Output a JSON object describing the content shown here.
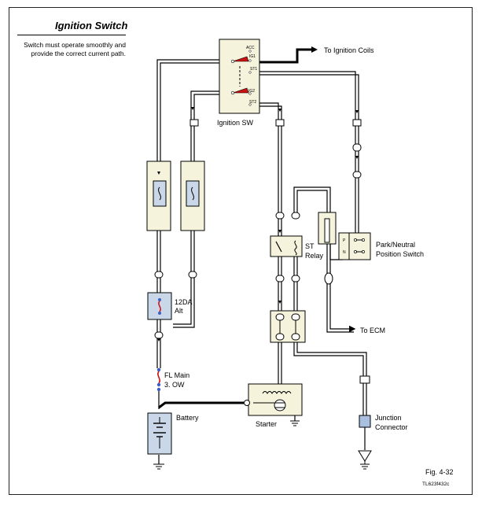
{
  "sidebar": {
    "title": "Ignition Switch",
    "description": "Switch must operate smoothly and provide the correct current path."
  },
  "labels": {
    "to_ignition_coils": "To Ignition Coils",
    "ignition_sw": "Ignition SW",
    "acc": "ACC",
    "ig1": "IG1",
    "st1": "ST1",
    "ig2": "IG2",
    "st2": "ST2",
    "park_neutral_1": "Park/Neutral",
    "park_neutral_2": "Position Switch",
    "pn_p": "P",
    "pn_n": "N",
    "st_relay_1": "ST",
    "st_relay_2": "Relay",
    "fuse_12da_1": "12DA",
    "fuse_12da_2": "Alt",
    "to_ecm": "To ECM",
    "fl_main_1": "FL Main",
    "fl_main_2": "3. OW",
    "battery": "Battery",
    "starter": "Starter",
    "junction_1": "Junction",
    "junction_2": "Connector",
    "fig": "Fig. 4-32",
    "code": "TL623f432c"
  },
  "colors": {
    "wire": "#000000",
    "panel_fill": "#f5f3dc",
    "fuse_fill": "#c9d7e8",
    "switch_contact": "#cc1111",
    "battery_fill": "#c9d7e8",
    "junction_fill": "#a9bfe0",
    "fuse_dot": "#3b5fc4"
  }
}
